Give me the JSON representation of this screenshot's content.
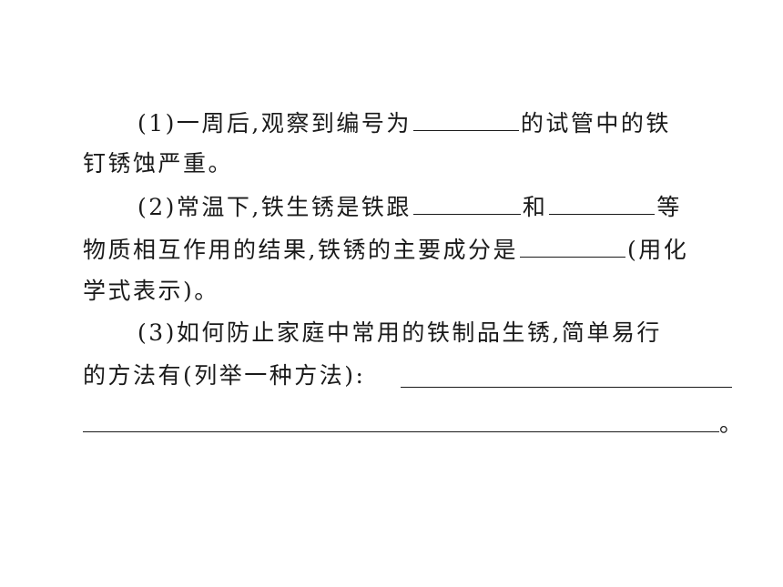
{
  "q1": {
    "line1_a": "(1)一周后,观察到编号为",
    "line1_b": "的试管中的铁",
    "line2": "钉锈蚀严重。"
  },
  "q2": {
    "line1_a": "(2)常温下,铁生锈是铁跟",
    "line1_b": "和",
    "line1_c": "等",
    "line2_a": "物质相互作用的结果,铁锈的主要成分是",
    "line2_b": "(用化",
    "line3": "学式表示)。"
  },
  "q3": {
    "line1": "(3)如何防止家庭中常用的铁制品生锈,简单易行",
    "line2": "的方法有(列举一种方法):",
    "end_mark": "。"
  }
}
